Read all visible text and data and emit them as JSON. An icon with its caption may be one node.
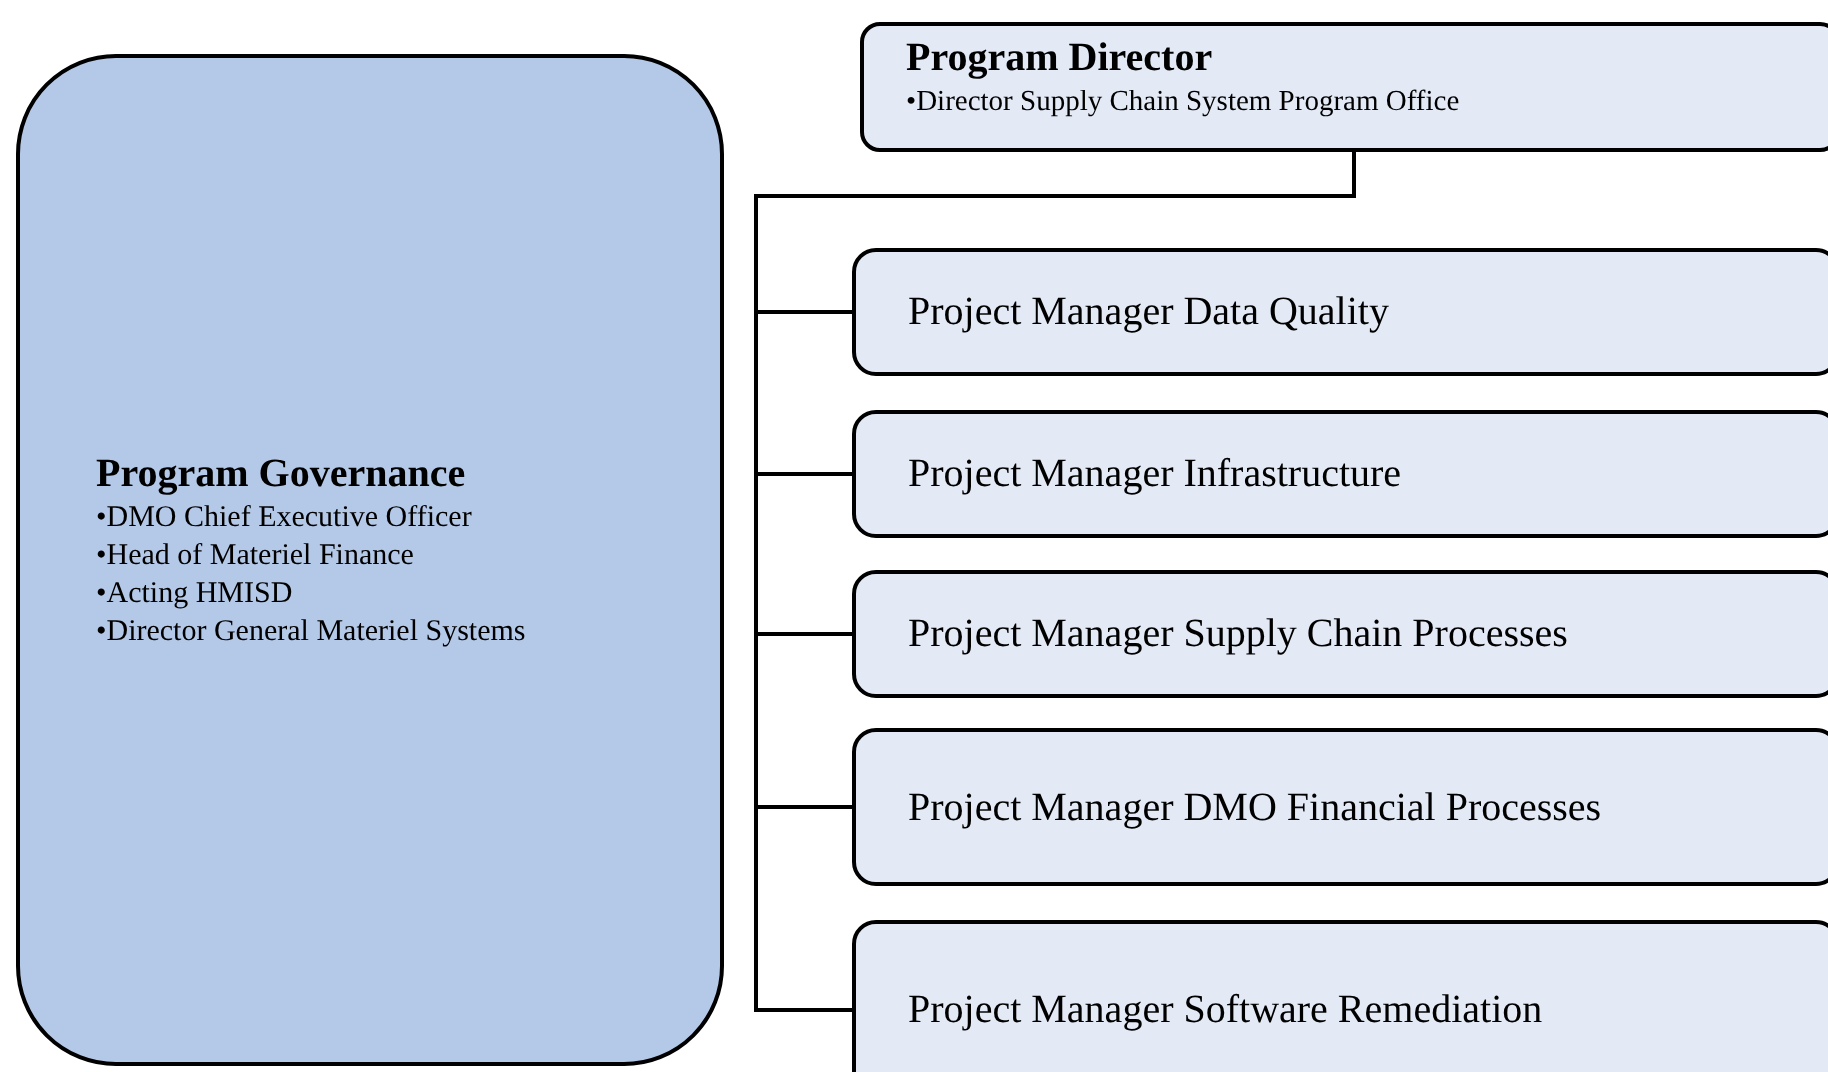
{
  "diagram": {
    "nodes": [
      {
        "text": [
          "Program Governance",
          "•DMO Chief Executive Officer",
          "•Head of Materiel Finance",
          "•Acting HMISD",
          "•Director General Materiel Systems"
        ]
      },
      {
        "text": [
          "Program Director",
          "•Director Supply Chain System Program Office"
        ]
      },
      {
        "text": [
          "Project Manager Data Quality"
        ]
      },
      {
        "text": [
          "Project Manager Infrastructure"
        ]
      },
      {
        "text": [
          "Project Manager Supply Chain Processes"
        ]
      },
      {
        "text": [
          "Project Manager DMO Financial Processes"
        ]
      },
      {
        "text": [
          "Project Manager Software Remediation"
        ]
      }
    ],
    "edges": [
      {
        "from": 1,
        "to": 2,
        "arrow": "none"
      },
      {
        "from": 1,
        "to": 3,
        "arrow": "none"
      },
      {
        "from": 1,
        "to": 4,
        "arrow": "none"
      },
      {
        "from": 1,
        "to": 5,
        "arrow": "none"
      },
      {
        "from": 1,
        "to": 6,
        "arrow": "none"
      }
    ]
  }
}
